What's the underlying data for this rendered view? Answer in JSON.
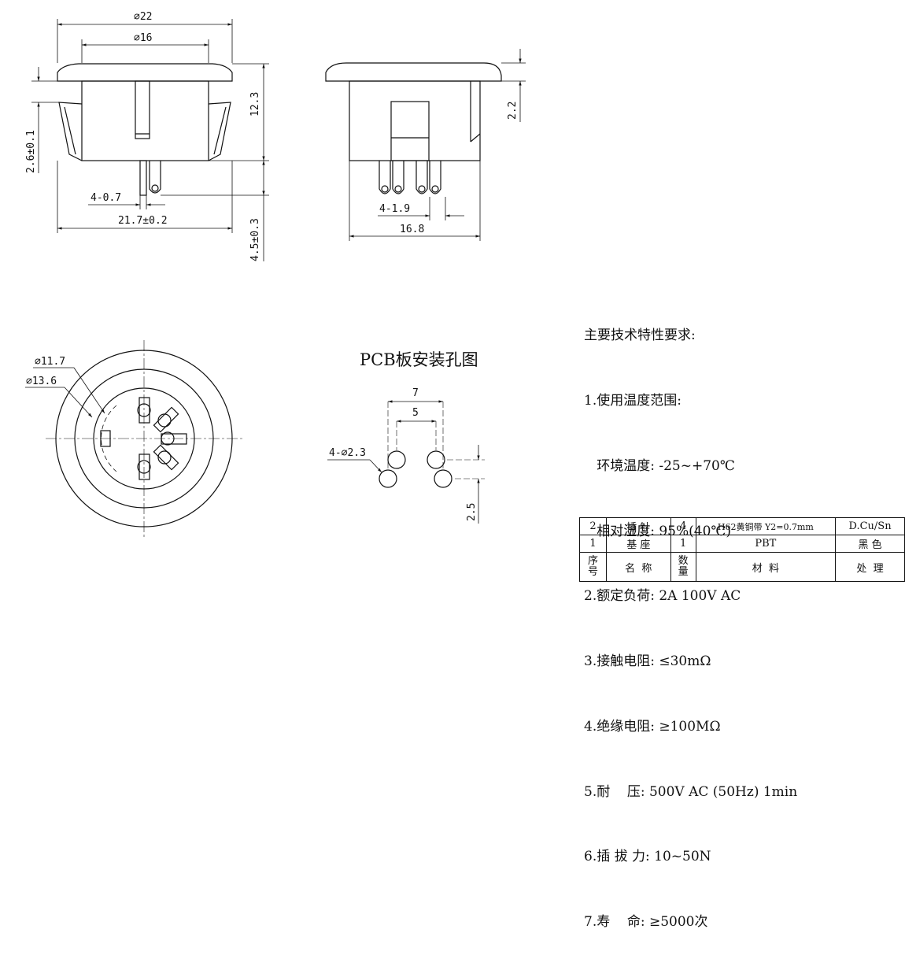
{
  "dimensions": {
    "d22": "⌀22",
    "d16": "⌀16",
    "h12_3": "12.3",
    "t2_6": "2.6±0.1",
    "p4_0_7": "4-0.7",
    "w21_7": "21.7±0.2",
    "h4_5": "4.5±0.3",
    "h2_2": "2.2",
    "p4_1_9": "4-1.9",
    "w16_8": "16.8",
    "d11_7": "⌀11.7",
    "d13_6": "⌀13.6",
    "pcb_7": "7",
    "pcb_5": "5",
    "pcb_hole": "4-⌀2.3",
    "pcb_2_5": "2.5"
  },
  "pcb_title": "PCB板安装孔图",
  "specs": {
    "heading": "主要技术特性要求:",
    "items": [
      "1.使用温度范围:",
      "   环境温度: -25~+70℃",
      "   相对湿度: 95%(40℃)",
      "2.额定负荷: 2A 100V AC",
      "3.接触电阻: ≤30mΩ",
      "4.绝缘电阻: ≥100MΩ",
      "5.耐    压: 500V AC (50Hz) 1min",
      "6.插 拔 力: 10~50N",
      "7.寿    命: ≥5000次"
    ]
  },
  "bom": {
    "rows": [
      {
        "no": "2",
        "name": "插 针",
        "qty": "4",
        "material": "H62黄铜带 Y2=0.7mm",
        "finish": "D.Cu/Sn"
      },
      {
        "no": "1",
        "name": "基 座",
        "qty": "1",
        "material": "PBT",
        "finish": "黑 色"
      }
    ],
    "header": {
      "no": "序\n号",
      "name": "名  称",
      "qty": "数\n量",
      "material": "材  料",
      "finish": "处  理"
    }
  }
}
